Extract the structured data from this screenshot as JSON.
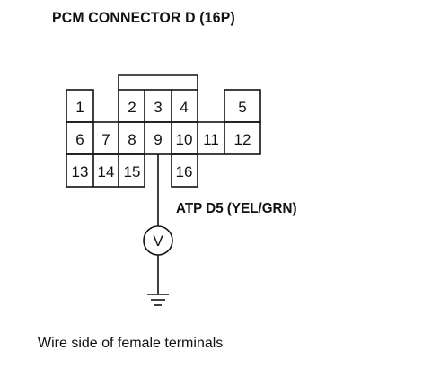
{
  "title": "PCM CONNECTOR D (16P)",
  "wire_label": "ATP D5 (YEL/GRN)",
  "caption": "Wire side of female terminals",
  "meter_symbol": "V",
  "meter_icon": "voltmeter-icon",
  "ground_icon": "ground-icon",
  "pins": [
    "1",
    "2",
    "3",
    "4",
    "5",
    "6",
    "7",
    "8",
    "9",
    "10",
    "11",
    "12",
    "13",
    "14",
    "15",
    "16"
  ],
  "probed_pin": "9"
}
